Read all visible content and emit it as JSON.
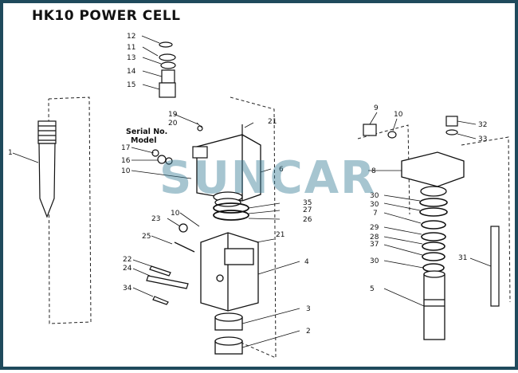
{
  "title": "HK10 POWER CELL",
  "watermark": "SUNCAR",
  "labels": {
    "serial": "Serial No.",
    "model": "Model"
  },
  "callouts": [
    "1",
    "2",
    "3",
    "4",
    "5",
    "6",
    "7",
    "8",
    "9",
    "10",
    "10",
    "10",
    "11",
    "12",
    "13",
    "14",
    "15",
    "16",
    "17",
    "19",
    "20",
    "21",
    "21",
    "22",
    "23",
    "24",
    "25",
    "26",
    "27",
    "28",
    "29",
    "30",
    "30",
    "30",
    "31",
    "32",
    "33",
    "34",
    "35",
    "37"
  ],
  "colors": {
    "frame": "#1f4a5c",
    "ink": "#111111",
    "watermark": "#3c7f99"
  }
}
